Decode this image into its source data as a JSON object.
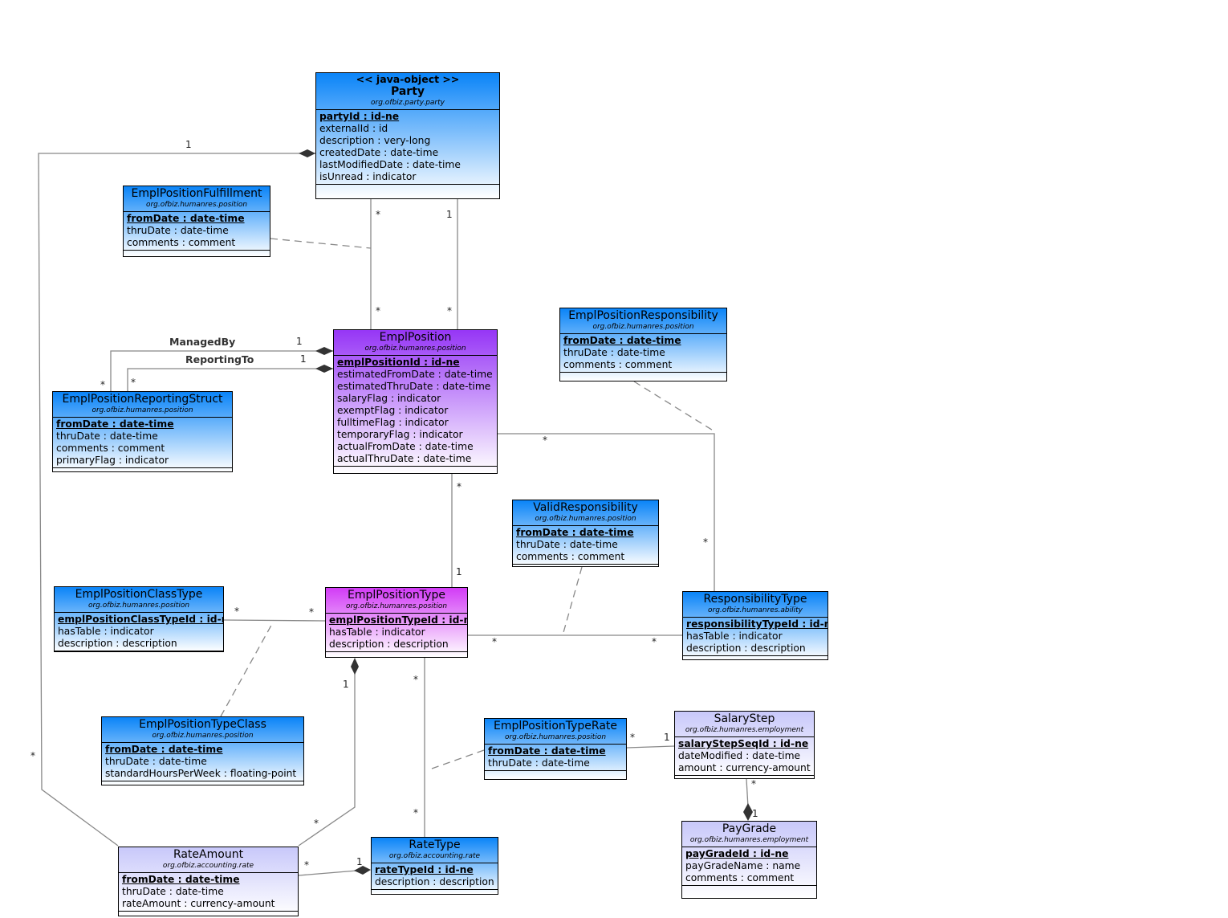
{
  "classes": [
    {
      "id": "party",
      "theme": "blue",
      "stereotype": "<< java-object >>",
      "name": "Party",
      "package": "org.ofbiz.party.party",
      "fields": [
        {
          "text": "partyId : id-ne",
          "pk": true
        },
        {
          "text": "externalId : id"
        },
        {
          "text": "description : very-long"
        },
        {
          "text": "createdDate : date-time"
        },
        {
          "text": "lastModifiedDate : date-time"
        },
        {
          "text": "isUnread : indicator"
        }
      ]
    },
    {
      "id": "fulfillment",
      "theme": "blue",
      "name": "EmplPositionFulfillment",
      "package": "org.ofbiz.humanres.position",
      "fields": [
        {
          "text": "fromDate : date-time",
          "pk": true
        },
        {
          "text": "thruDate : date-time"
        },
        {
          "text": "comments : comment"
        }
      ]
    },
    {
      "id": "position",
      "theme": "purple",
      "name": "EmplPosition",
      "package": "org.ofbiz.humanres.position",
      "fields": [
        {
          "text": "emplPositionId : id-ne",
          "pk": true
        },
        {
          "text": "estimatedFromDate : date-time"
        },
        {
          "text": "estimatedThruDate : date-time"
        },
        {
          "text": "salaryFlag : indicator"
        },
        {
          "text": "exemptFlag : indicator"
        },
        {
          "text": "fulltimeFlag : indicator"
        },
        {
          "text": "temporaryFlag : indicator"
        },
        {
          "text": "actualFromDate : date-time"
        },
        {
          "text": "actualThruDate : date-time"
        }
      ]
    },
    {
      "id": "responsibility",
      "theme": "blue",
      "name": "EmplPositionResponsibility",
      "package": "org.ofbiz.humanres.position",
      "fields": [
        {
          "text": "fromDate : date-time",
          "pk": true
        },
        {
          "text": "thruDate : date-time"
        },
        {
          "text": "comments : comment"
        }
      ]
    },
    {
      "id": "reporting",
      "theme": "blue",
      "name": "EmplPositionReportingStruct",
      "package": "org.ofbiz.humanres.position",
      "fields": [
        {
          "text": "fromDate : date-time",
          "pk": true
        },
        {
          "text": "thruDate : date-time"
        },
        {
          "text": "comments : comment"
        },
        {
          "text": "primaryFlag : indicator"
        }
      ]
    },
    {
      "id": "valid",
      "theme": "blue",
      "name": "ValidResponsibility",
      "package": "org.ofbiz.humanres.position",
      "fields": [
        {
          "text": "fromDate : date-time",
          "pk": true
        },
        {
          "text": "thruDate : date-time"
        },
        {
          "text": "comments : comment"
        }
      ]
    },
    {
      "id": "classType",
      "theme": "blue",
      "name": "EmplPositionClassType",
      "package": "org.ofbiz.humanres.position",
      "fields": [
        {
          "text": "emplPositionClassTypeId : id-ne",
          "pk": true
        },
        {
          "text": "hasTable : indicator"
        },
        {
          "text": "description : description"
        }
      ]
    },
    {
      "id": "posType",
      "theme": "magenta",
      "name": "EmplPositionType",
      "package": "org.ofbiz.humanres.position",
      "fields": [
        {
          "text": "emplPositionTypeId : id-ne",
          "pk": true
        },
        {
          "text": "hasTable : indicator"
        },
        {
          "text": "description : description"
        }
      ]
    },
    {
      "id": "respType",
      "theme": "blue",
      "name": "ResponsibilityType",
      "package": "org.ofbiz.humanres.ability",
      "fields": [
        {
          "text": "responsibilityTypeId : id-ne",
          "pk": true
        },
        {
          "text": "hasTable : indicator"
        },
        {
          "text": "description : description"
        }
      ]
    },
    {
      "id": "typeClass",
      "theme": "blue",
      "name": "EmplPositionTypeClass",
      "package": "org.ofbiz.humanres.position",
      "fields": [
        {
          "text": "fromDate : date-time",
          "pk": true
        },
        {
          "text": "thruDate : date-time"
        },
        {
          "text": "standardHoursPerWeek : floating-point"
        }
      ]
    },
    {
      "id": "typeRate",
      "theme": "blue",
      "name": "EmplPositionTypeRate",
      "package": "org.ofbiz.humanres.position",
      "fields": [
        {
          "text": "fromDate : date-time",
          "pk": true
        },
        {
          "text": "thruDate : date-time"
        }
      ]
    },
    {
      "id": "salaryStep",
      "theme": "lav",
      "name": "SalaryStep",
      "package": "org.ofbiz.humanres.employment",
      "fields": [
        {
          "text": "salaryStepSeqId : id-ne",
          "pk": true
        },
        {
          "text": "dateModified : date-time"
        },
        {
          "text": "amount : currency-amount"
        }
      ]
    },
    {
      "id": "payGrade",
      "theme": "lav",
      "name": "PayGrade",
      "package": "org.ofbiz.humanres.employment",
      "fields": [
        {
          "text": "payGradeId : id-ne",
          "pk": true
        },
        {
          "text": "payGradeName : name"
        },
        {
          "text": "comments : comment"
        }
      ]
    },
    {
      "id": "rateAmount",
      "theme": "lav",
      "name": "RateAmount",
      "package": "org.ofbiz.accounting.rate",
      "fields": [
        {
          "text": "fromDate : date-time",
          "pk": true
        },
        {
          "text": "thruDate : date-time"
        },
        {
          "text": "rateAmount : currency-amount"
        }
      ]
    },
    {
      "id": "rateType",
      "theme": "blue",
      "name": "RateType",
      "package": "org.ofbiz.accounting.rate",
      "fields": [
        {
          "text": "rateTypeId : id-ne",
          "pk": true
        },
        {
          "text": "description : description"
        }
      ]
    }
  ],
  "labels": [
    "1",
    "*",
    "1",
    "*",
    "*",
    "ManagedBy",
    "1",
    "ReportingTo",
    "1",
    "*",
    "*",
    "*",
    "*",
    "*",
    "1",
    "*",
    "*",
    "*",
    "*",
    "1",
    "*",
    "*",
    "*",
    "*",
    "*",
    "1",
    "*",
    "1",
    "*",
    "1"
  ],
  "colors": {
    "line": "#888888",
    "diamond": "#333333"
  }
}
